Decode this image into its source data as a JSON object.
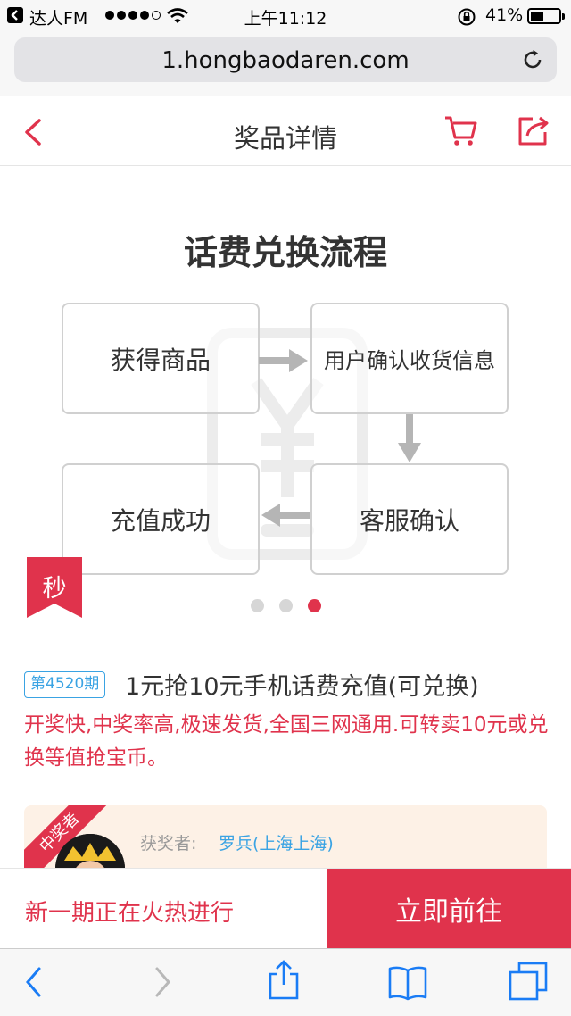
{
  "status_bar": {
    "app_name": "达人FM",
    "time": "上午11:12",
    "battery": "41%"
  },
  "browser": {
    "url": "1.hongbaodaren.com"
  },
  "header": {
    "title": "奖品详情"
  },
  "banner": {
    "title": "话费兑换流程",
    "steps": [
      "获得商品",
      "用户确认收货信息",
      "客服确认",
      "充值成功"
    ],
    "seckill_label": "秒",
    "active_slide": 3,
    "slide_count": 3
  },
  "product": {
    "period": "第4520期",
    "title": "1元抢10元手机话费充值(可兑换)",
    "description": "开奖快,中奖率高,极速发货,全国三网通用.可转卖10元或兑换等值抢宝币。"
  },
  "winner": {
    "ribbon": "中奖者",
    "label": "获奖者:",
    "name": "罗兵(上海上海)"
  },
  "bottom_bar": {
    "status_text": "新一期正在火热进行",
    "go_button": "立即前往"
  },
  "colors": {
    "accent": "#e0334c",
    "link": "#3aa3e3"
  }
}
